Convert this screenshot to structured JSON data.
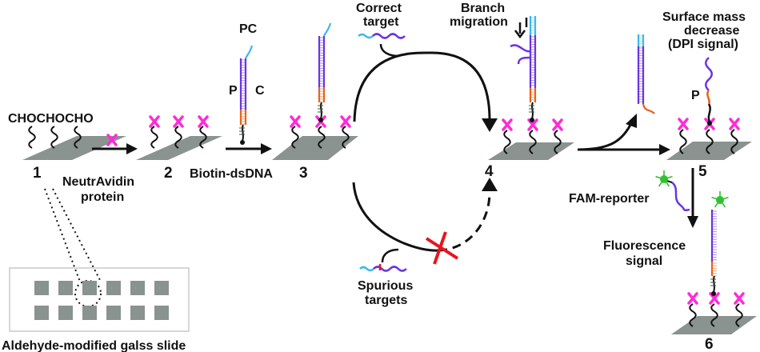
{
  "colors": {
    "surface": "#8a938f",
    "slide_outline": "#c8cbc9",
    "spot": "#8a938f",
    "neutravidin": "#ff2bd6",
    "probe_P": "#6a34e0",
    "primer_C": "#e8621a",
    "toehold": "#3bb8ef",
    "fam": "#2fc22f",
    "cross": "#e8141e",
    "ink": "#111111"
  },
  "stages": [
    {
      "id": "1",
      "label": "1"
    },
    {
      "id": "2",
      "label": "2"
    },
    {
      "id": "3",
      "label": "3"
    },
    {
      "id": "4",
      "label": "4"
    },
    {
      "id": "5",
      "label": "5"
    },
    {
      "id": "6",
      "label": "6"
    }
  ],
  "labels": {
    "aldehyde_groups": "CHOCHOCHO",
    "neutravidin_line1": "NeutrAvidin",
    "neutravidin_line2": "protein",
    "biotin_dsdna": "Biotin-dsDNA",
    "pc": "PC",
    "p": "P",
    "c": "C",
    "correct_target_line1": "Correct",
    "correct_target_line2": "target",
    "branch_migration_line1": "Branch",
    "branch_migration_line2": "migration",
    "spurious_targets_line1": "Spurious",
    "spurious_targets_line2": "targets",
    "surface_mass_line1": "Surface mass",
    "surface_mass_line2": "decrease",
    "surface_mass_line3": "(DPI signal)",
    "p_stage5": "P",
    "fam_reporter": "FAM-reporter",
    "fluorescence_line1": "Fluorescence",
    "fluorescence_line2": "signal",
    "slide_caption": "Aldehyde-modified galss slide"
  },
  "slide_spots": {
    "rows": 2,
    "cols": 6,
    "highlighted_row": 1,
    "highlighted_col": 3
  }
}
